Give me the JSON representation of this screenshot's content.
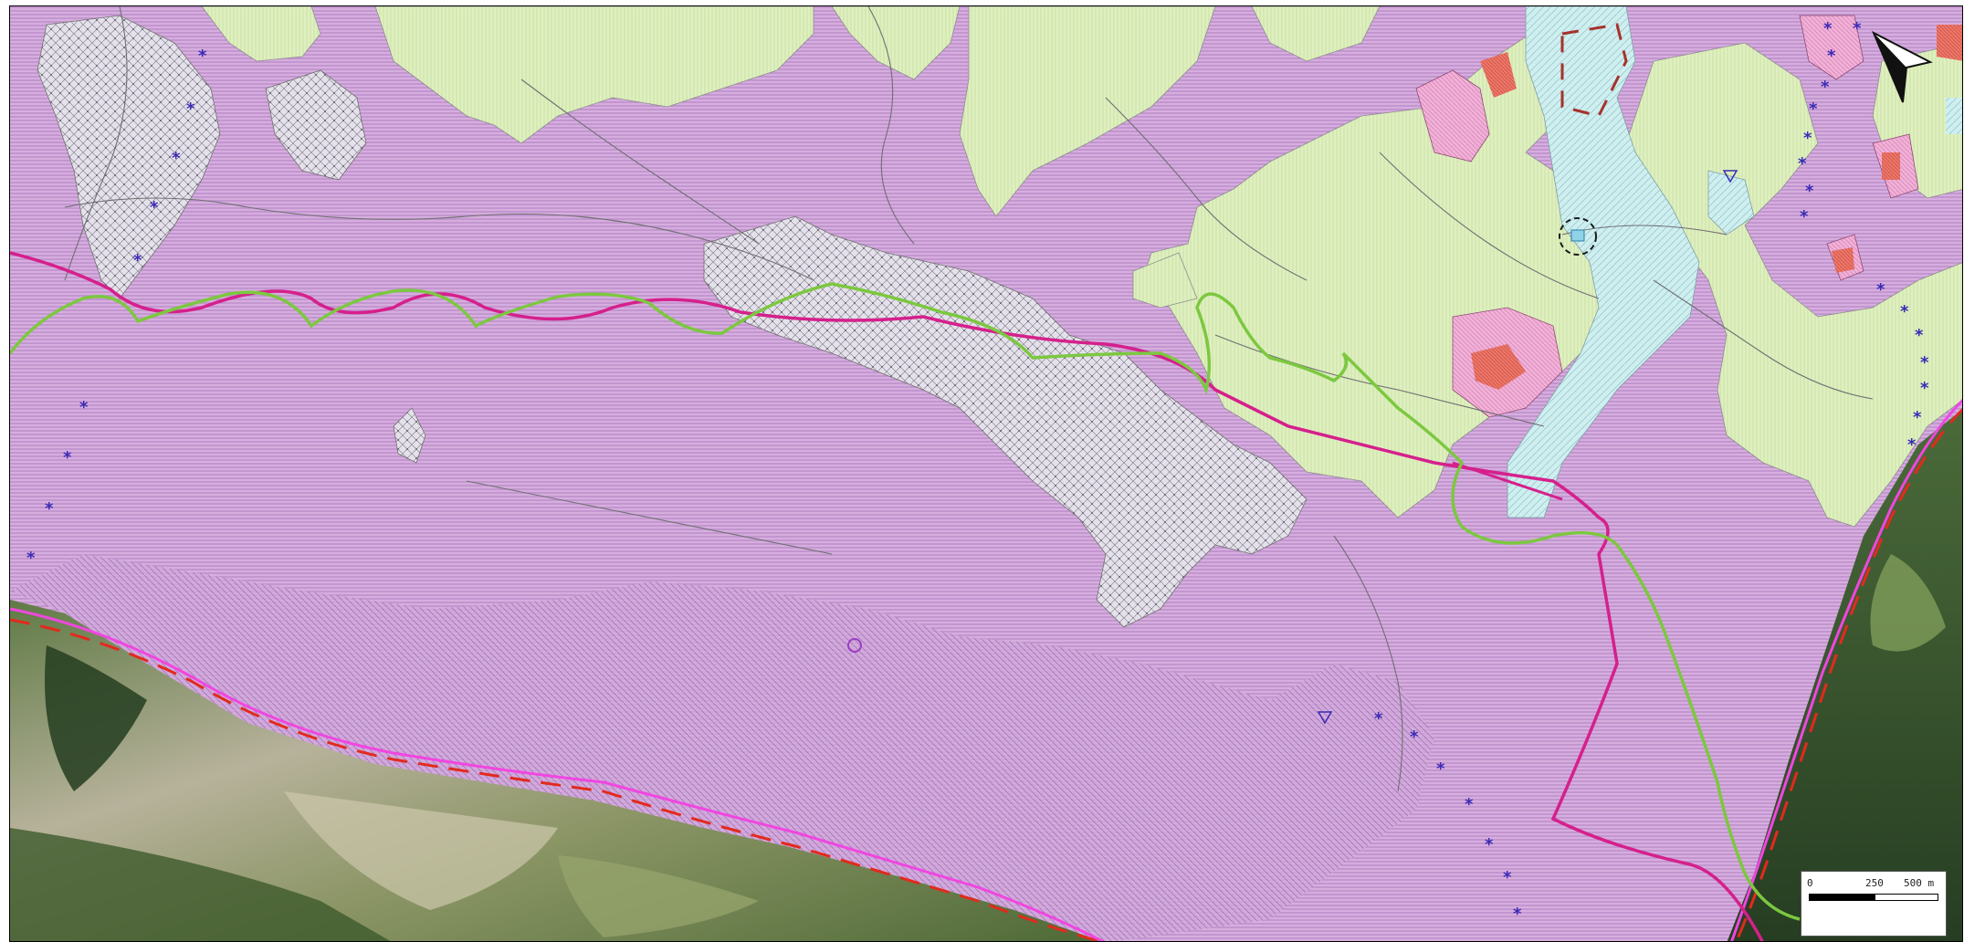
{
  "map": {
    "colors": {
      "protected_forest": "#cfa2d8",
      "protected_hatch": "#b487c6",
      "meadow": "#dff0bf",
      "meadow_hatch": "#c6dca2",
      "rocky_pasture": "#e4e1ea",
      "wetland": "#cdeff0",
      "built": "#f2b0d8",
      "built_core": "#ee7567",
      "boundary_magenta": "#d5208c",
      "boundary_pink": "#f046e0",
      "trail_green": "#7cc840",
      "boundary_dashed": "#e22a1d",
      "star_marker": "#3b2ab5"
    },
    "icons": [
      "north-arrow-icon",
      "scale-bar-icon",
      "star-marker-icon",
      "triangle-marker-icon",
      "circle-marker-icon"
    ],
    "scale_bar": {
      "units": "m",
      "labels": [
        "0",
        "250",
        "500 m"
      ],
      "ticks": [
        0,
        250,
        500
      ]
    },
    "markers": {
      "star": "*",
      "triangle": "▽"
    }
  }
}
